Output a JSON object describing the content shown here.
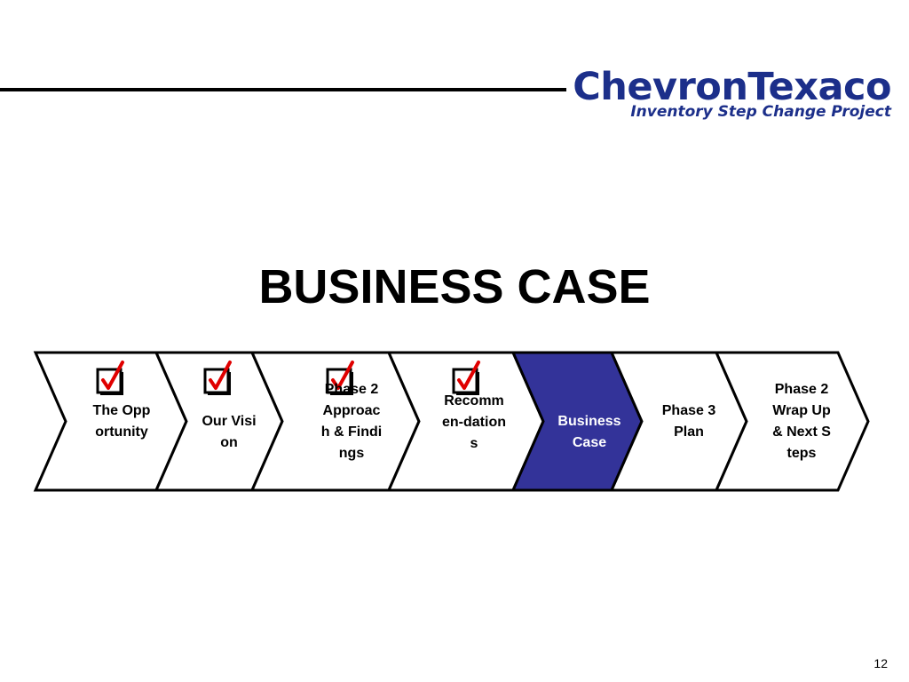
{
  "header": {
    "logo_text": "ChevronTexaco",
    "tagline": "Inventory Step Change Project"
  },
  "page_title": "BUSINESS CASE",
  "colors": {
    "brand_blue": "#1c2f8a",
    "active_step_fill": "#333399",
    "checkmark_red": "#e00000"
  },
  "steps": [
    {
      "label": "The Opportunity",
      "completed": true,
      "active": false
    },
    {
      "label": "Our Vision",
      "completed": true,
      "active": false
    },
    {
      "label": "Phase 2 Approach & Findings",
      "completed": true,
      "active": false
    },
    {
      "label": "Recommen-dations",
      "completed": true,
      "active": false
    },
    {
      "label": "Business Case",
      "completed": false,
      "active": true
    },
    {
      "label": "Phase 3 Plan",
      "completed": false,
      "active": false
    },
    {
      "label": "Phase 2 Wrap Up & Next Steps",
      "completed": false,
      "active": false
    }
  ],
  "checkbox_icon": "checked-box-icon",
  "page_number": "12"
}
